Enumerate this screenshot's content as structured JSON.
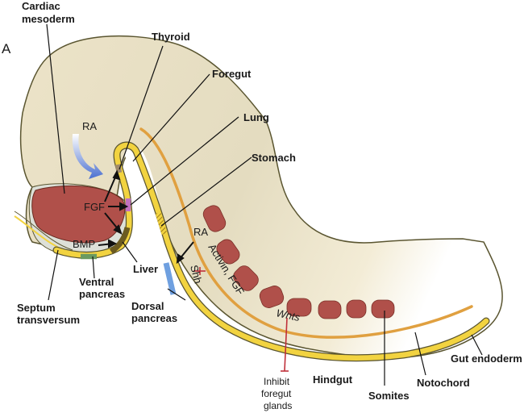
{
  "figure": {
    "panel_letter": "A",
    "labels": {
      "cardiac_mesoderm": [
        "Cardiac",
        "mesoderm"
      ],
      "thyroid": "Thyroid",
      "foregut": "Foregut",
      "lung": "Lung",
      "stomach": "Stomach",
      "liver": "Liver",
      "ventral_pancreas": [
        "Ventral",
        "pancreas"
      ],
      "septum_transversum": [
        "Septum",
        "transversum"
      ],
      "dorsal_pancreas": [
        "Dorsal",
        "pancreas"
      ],
      "hindgut": "Hindgut",
      "somites": "Somites",
      "notochord": "Notochord",
      "gut_endoderm": "Gut endoderm"
    },
    "signals": {
      "ra_top": "RA",
      "fgf": "FGF",
      "bmp": "BMP",
      "ra_dorsal": "RA",
      "shh": "Shh",
      "activin_fgf": "Activin, FGF",
      "wnts": "Wnts",
      "inhibit": [
        "Inhibit",
        "foregut",
        "glands"
      ]
    },
    "colors": {
      "body": "#e8e0c4",
      "body_outline": "#5a5530",
      "endoderm": "#f2d340",
      "heart": "#b0504a",
      "septum": "#dde0d8",
      "notochord": "#e0a040",
      "somite": "#b0504a",
      "thyroid": "#a08a6a",
      "lung": "#c070c0",
      "liver": "#6b5a20",
      "ventral_pancreas": "#6a9a60",
      "dorsal_pancreas": "#6fa0e0",
      "inhibition": "#c0303a",
      "ra_arrow": "#4a70d0"
    }
  }
}
